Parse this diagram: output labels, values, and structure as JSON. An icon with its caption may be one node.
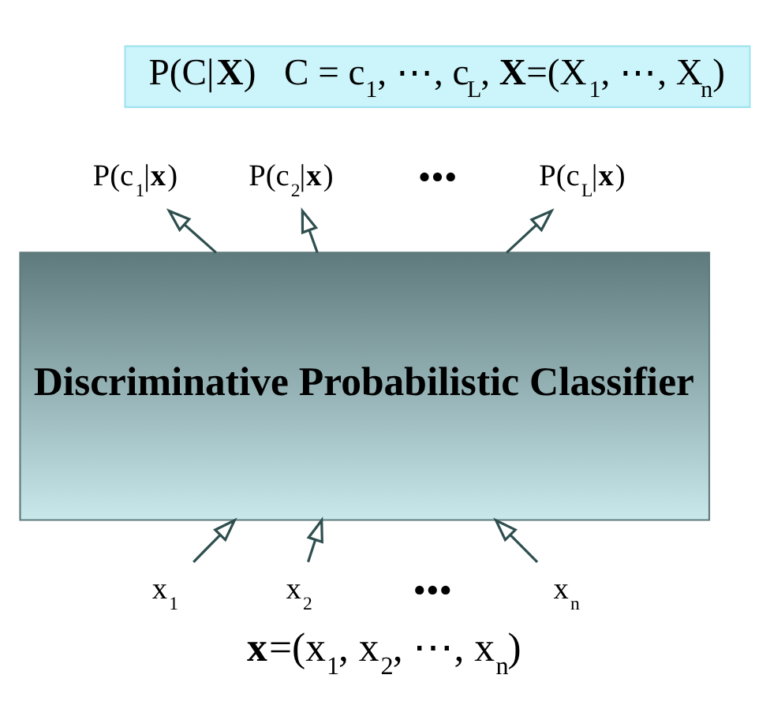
{
  "diagram": {
    "caption": "**x**=(x$_{1}$, x$_{2}$, ⋯, x$_{n}$)",
    "nodes": [
      {
        "text": [
          "P(C|**X**)   C = c$_{1}$, ⋯, c$_{L}$, **X**=(X$_{1}$, ⋯, X$_{n}$)"
        ]
      },
      {
        "text": [
          "Discriminative Probabilistic Classifier"
        ]
      },
      {
        "text": [
          "P(c$_{1}$|**x**)"
        ]
      },
      {
        "text": [
          "P(c$_{2}$|**x**)"
        ]
      },
      {
        "text": [
          "P(c$_{L}$|**x**)"
        ]
      },
      {
        "text": [
          "x$_{1}$"
        ]
      },
      {
        "text": [
          "x$_{2}$"
        ]
      },
      {
        "text": [
          "x$_{n}$"
        ]
      }
    ],
    "edges": [
      {
        "from": 1,
        "to": 2,
        "arrow": "to"
      },
      {
        "from": 1,
        "to": 3,
        "arrow": "to"
      },
      {
        "from": 1,
        "to": 4,
        "arrow": "to"
      },
      {
        "from": 5,
        "to": 1,
        "arrow": "to"
      },
      {
        "from": 6,
        "to": 1,
        "arrow": "to"
      },
      {
        "from": 7,
        "to": 1,
        "arrow": "to"
      }
    ],
    "labels": [
      "•••",
      "•••"
    ]
  }
}
